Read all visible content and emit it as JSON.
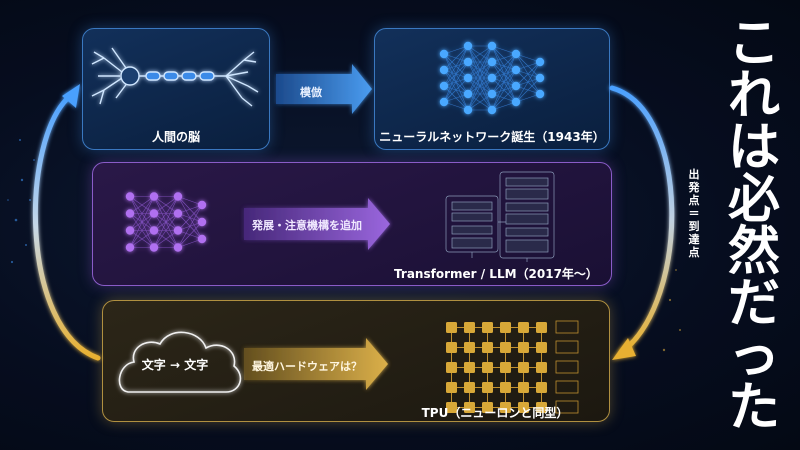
{
  "nodes": {
    "brain": {
      "label": "人間の脳"
    },
    "neural_network": {
      "label": "ニューラルネットワーク誕生（1943年）"
    },
    "transformer": {
      "label": "Transformer / LLM（2017年〜）"
    },
    "tpu": {
      "label": "TPU（ニューロンと同型）"
    },
    "cloud": {
      "text": "文字 → 文字"
    }
  },
  "arrows": {
    "mimic": "模倣",
    "develop": "発展・注意機構を追加",
    "hardware": "最適ハードウェアは？"
  },
  "title": {
    "chars": [
      "こ",
      "れ",
      "は",
      "必",
      "然",
      "だ",
      "っ",
      "た"
    ]
  },
  "side_note": {
    "chars": [
      "出",
      "発",
      "点",
      "＝",
      "到",
      "達",
      "点"
    ]
  },
  "colors": {
    "blue": "#3a8ae8",
    "purple": "#9a60e0",
    "gold": "#e0b040",
    "background": "#060d1f"
  }
}
